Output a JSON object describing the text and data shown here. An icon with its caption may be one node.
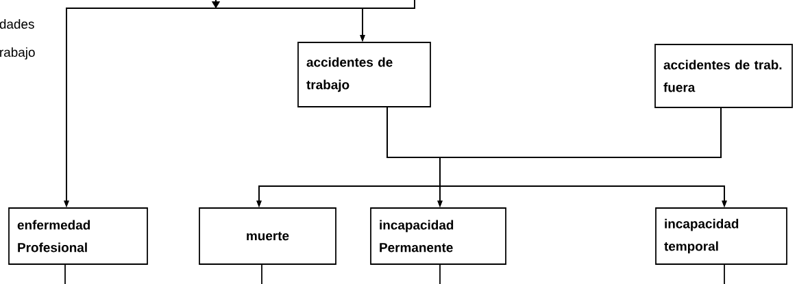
{
  "diagram": {
    "nodes": [
      {
        "text": [
          "accidentes de trabajo"
        ]
      },
      {
        "text": [
          "accidentes de trab. fuera"
        ]
      },
      {
        "text": [
          "enfermedad Profesional"
        ]
      },
      {
        "text": [
          "muerte"
        ]
      },
      {
        "text": [
          "incapacidad Permanente"
        ]
      },
      {
        "text": [
          "incapacidad temporal"
        ]
      }
    ],
    "edges": [
      {
        "from": null,
        "to": 2,
        "arrow": "to"
      },
      {
        "from": null,
        "to": 0,
        "arrow": "to"
      },
      {
        "from": null,
        "to": 2,
        "arrow": "to"
      },
      {
        "from": null,
        "to": 0,
        "arrow": "to"
      },
      {
        "from": 0,
        "to": 3,
        "arrow": "to"
      },
      {
        "from": 0,
        "to": 4,
        "arrow": "to"
      },
      {
        "from": 0,
        "to": 5,
        "arrow": "to"
      },
      {
        "from": 1,
        "to": 3,
        "arrow": "to"
      },
      {
        "from": 1,
        "to": 4,
        "arrow": "to"
      },
      {
        "from": 1,
        "to": 5,
        "arrow": "to"
      },
      {
        "from": 2,
        "to": null,
        "arrow": "none"
      },
      {
        "from": 3,
        "to": null,
        "arrow": "none"
      },
      {
        "from": 4,
        "to": null,
        "arrow": "none"
      },
      {
        "from": 5,
        "to": null,
        "arrow": "none"
      }
    ],
    "labels": [
      "dades",
      "rabajo"
    ]
  }
}
